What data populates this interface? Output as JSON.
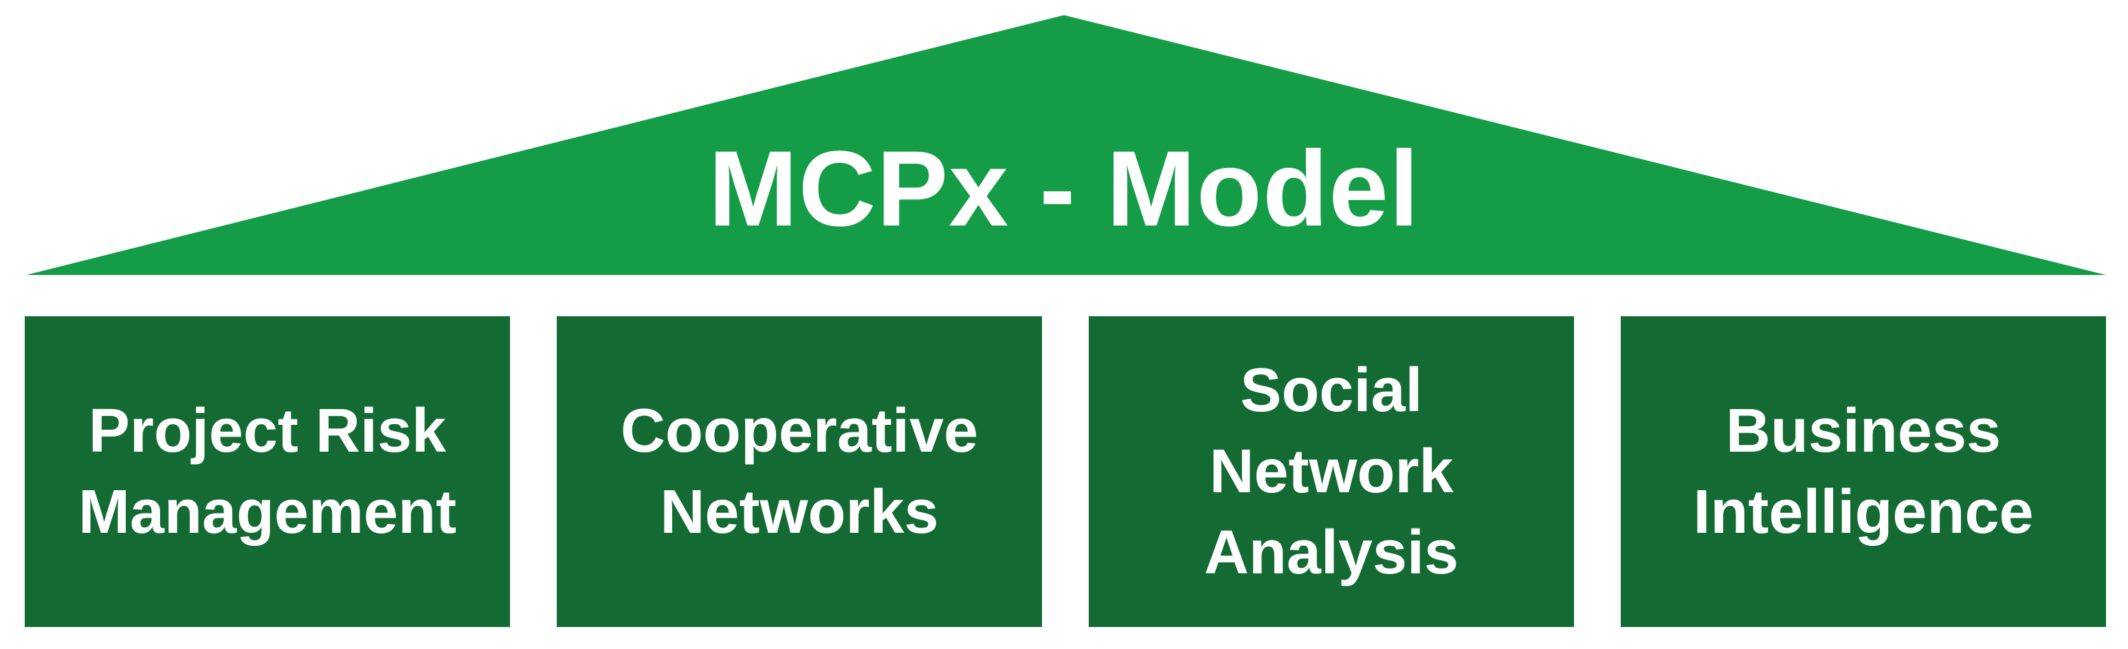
{
  "colors": {
    "roof": "#159c47",
    "pillar": "#136a33",
    "text": "#ffffff"
  },
  "roof": {
    "title": "MCPx - Model"
  },
  "pillars": [
    {
      "label": "Project Risk\nManagement"
    },
    {
      "label": "Cooperative\nNetworks"
    },
    {
      "label": "Social\nNetwork\nAnalysis"
    },
    {
      "label": "Business\nIntelligence"
    }
  ]
}
